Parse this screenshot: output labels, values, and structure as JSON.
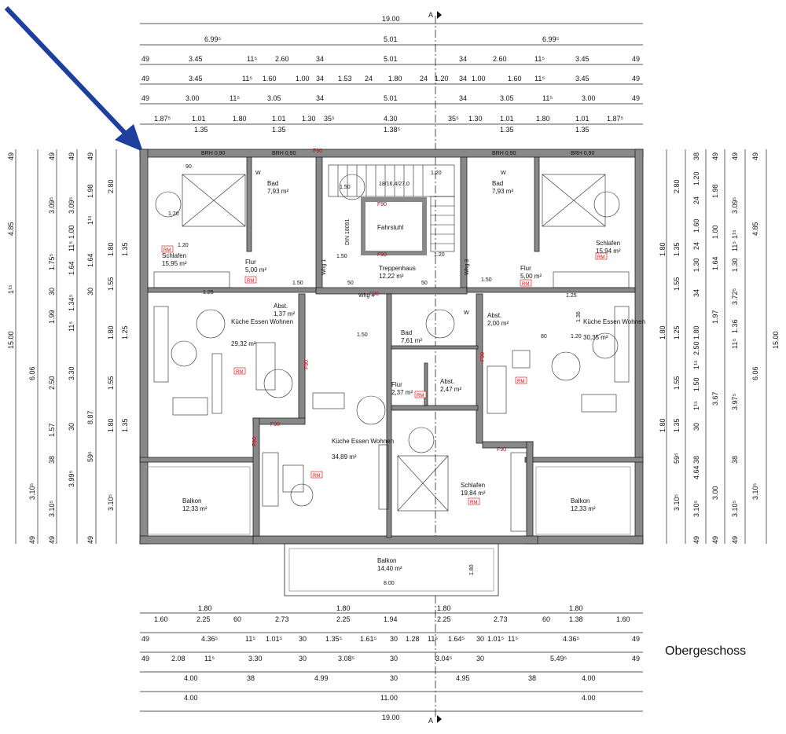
{
  "floor_label": "Obergeschoss",
  "section_marker": "A",
  "dims_top": {
    "total": "19.00",
    "row2": [
      "6.99⁵",
      "5.01",
      "6.99⁵"
    ],
    "row3": [
      "49",
      "3.45",
      "11⁵",
      "2.60",
      "34",
      "5.01",
      "34",
      "2.60",
      "11⁵",
      "3.45",
      "49"
    ],
    "row4": [
      "49",
      "3.45",
      "11⁵",
      "1.60",
      "1.00",
      "34",
      "1.53",
      "24",
      "1.80",
      "24",
      "1.20",
      "34",
      "1.00",
      "1.60",
      "11⁵",
      "3.45",
      "49"
    ],
    "row5": [
      "49",
      "3.00",
      "11⁵",
      "3.05",
      "34",
      "5.01",
      "34",
      "3.05",
      "11⁵",
      "3.00",
      "49"
    ],
    "row6a": [
      "1.87⁵",
      "1.01",
      "1.80",
      "1.01",
      "1.30",
      "35⁵",
      "4.30",
      "35⁵",
      "1.30",
      "1.01",
      "1.80",
      "1.01",
      "1.87⁵"
    ],
    "row6b": [
      "1.35",
      "1.35",
      "1.38⁵",
      "1.35",
      "1.35"
    ]
  },
  "dims_bottom": {
    "row1a": [
      "1.80",
      "1.80",
      "1.80",
      "1.80"
    ],
    "row1b": [
      "1.60",
      "2.25",
      "60",
      "2.73",
      "2.25",
      "1.94",
      "2.25",
      "2.73",
      "60",
      "1.38",
      "1.60"
    ],
    "row2": [
      "49",
      "4.36⁵",
      "11⁵",
      "1.01⁵",
      "30",
      "1.35⁵",
      "1.61⁵",
      "30",
      "1.28",
      "11⁵",
      "1.64⁵",
      "30",
      "1.01⁵",
      "11⁵",
      "4.36⁵",
      "49"
    ],
    "row3": [
      "49",
      "2.08",
      "11⁵",
      "3.30",
      "30",
      "3.08⁵",
      "30",
      "3.04⁵",
      "30",
      "5.49⁵",
      "49"
    ],
    "row4": [
      "4.00",
      "38",
      "4.99",
      "30",
      "4.95",
      "38",
      "4.00"
    ],
    "row5": [
      "4.00",
      "11.00",
      "4.00"
    ],
    "total": "19.00"
  },
  "dims_left": {
    "c1": [
      "49",
      "4.85",
      "1¹⁵",
      "15.00",
      "6.06",
      "3.10⁵",
      "49"
    ],
    "c2": [
      "49",
      "3.09⁵",
      "1.75⁵",
      "30",
      "1.99",
      "2.50",
      "1.57",
      "38",
      "3.10⁵",
      "49"
    ],
    "c3": [
      "49",
      "3.09⁵",
      "1.00",
      "11⁵",
      "1.64",
      "1.34⁵",
      "11⁵",
      "3.30",
      "30",
      "3.99⁵"
    ],
    "c4": [
      "49",
      "1.98",
      "1¹⁵",
      "1.64",
      "30",
      "8.87",
      "59⁵",
      "49"
    ],
    "c5": [
      "2.80",
      "1.80",
      "1.35",
      "1.55",
      "1.80",
      "1.25",
      "1.55",
      "1.80",
      "1.35",
      "3.10⁵"
    ]
  },
  "dims_right": {
    "c1": [
      "2.80",
      "1.35",
      "1.80",
      "1.55",
      "1.80",
      "1.25",
      "1.55",
      "1.80",
      "1.35",
      "59⁵",
      "3.10⁵"
    ],
    "c2": [
      "38",
      "1.20",
      "24",
      "1.60",
      "24",
      "1.30",
      "34",
      "1.80",
      "2.50",
      "1¹⁵",
      "1.50",
      "1¹⁵",
      "30",
      "4.64",
      "38",
      "3.10⁵",
      "49"
    ],
    "c3": [
      "49",
      "1.98",
      "1.00",
      "1.64",
      "1.97",
      "3.67",
      "3.00",
      "49"
    ],
    "c4": [
      "49",
      "3.09⁵",
      "1¹⁵",
      "11⁵",
      "1.30",
      "3.72⁵",
      "1.36",
      "11⁵",
      "3.97⁵",
      "38",
      "3.10⁵",
      "49"
    ],
    "c5": [
      "49",
      "4.85",
      "6.06",
      "3.10⁵"
    ],
    "total": "15.00"
  },
  "rooms": [
    {
      "name": "Bad",
      "area": "7,93 m²"
    },
    {
      "name": "Bad",
      "area": "7,93 m²"
    },
    {
      "name": "Schlafen",
      "area": "15,95 m²"
    },
    {
      "name": "Schlafen",
      "area": "15,94 m²"
    },
    {
      "name": "Fahrstuhl",
      "area": ""
    },
    {
      "name": "Treppenhaus",
      "area": "12,22 m²"
    },
    {
      "name": "Flur",
      "area": "5,00 m²"
    },
    {
      "name": "Flur",
      "area": "5,00 m²"
    },
    {
      "name": "Abst.",
      "area": "1,37 m²"
    },
    {
      "name": "Abst.",
      "area": "2,00 m²"
    },
    {
      "name": "Küche Essen Wohnen",
      "area": "29,32 m²"
    },
    {
      "name": "Küche Essen Wohnen",
      "area": "30,35 m²"
    },
    {
      "name": "Bad",
      "area": "7,61 m²"
    },
    {
      "name": "Flur",
      "area": "2,37 m²"
    },
    {
      "name": "Abst.",
      "area": "2,47 m²"
    },
    {
      "name": "Küche Essen Wohnen",
      "area": "34,89 m²"
    },
    {
      "name": "Schlafen",
      "area": "19,84 m²"
    },
    {
      "name": "Balkon",
      "area": "12,33 m²"
    },
    {
      "name": "Balkon",
      "area": "12,33 m²"
    },
    {
      "name": "Balkon",
      "area": "14,40 m²"
    }
  ],
  "labels": {
    "rm": "RM",
    "f90": "F90",
    "whg1": "Whg 1",
    "whg3": "Whg 3",
    "whg4": "Whg 4",
    "w": "W",
    "stair": "18/16,4/27,0",
    "lift": "DIN 18091",
    "brh": "BRH 0,90",
    "balcony_width": "8.00",
    "balcony_depth": "1.80",
    "d90": "90",
    "d80": "80",
    "d50": "50",
    "d120": "1.20",
    "d125": "1.25",
    "d150": "1.50",
    "d136": "1.36"
  },
  "colors": {
    "arrow": "#1f3f9e",
    "wall": "#888888",
    "marker": "#dd0000"
  }
}
